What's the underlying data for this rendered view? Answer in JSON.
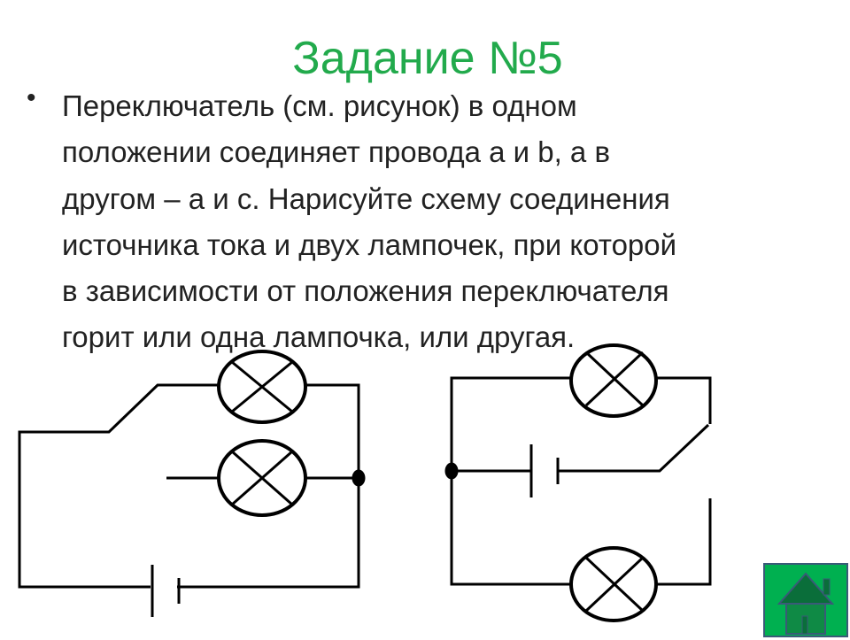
{
  "slide": {
    "title": "Задание №5",
    "bullet": "•",
    "text_lines": [
      "Переключатель (см. рисунок) в одном",
      "положении соединяет провода a и b, а  в",
      "другом – а и с. Нарисуйте схему соединения",
      "источника тока и двух лампочек, при которой",
      "в зависимости от положения переключателя",
      "горит или одна лампочка, или другая."
    ]
  },
  "colors": {
    "title": "#22aa4c",
    "home_button": "#00b050",
    "home_icon": "#0a6e3a"
  },
  "home_button": {
    "icon": "home-icon"
  }
}
